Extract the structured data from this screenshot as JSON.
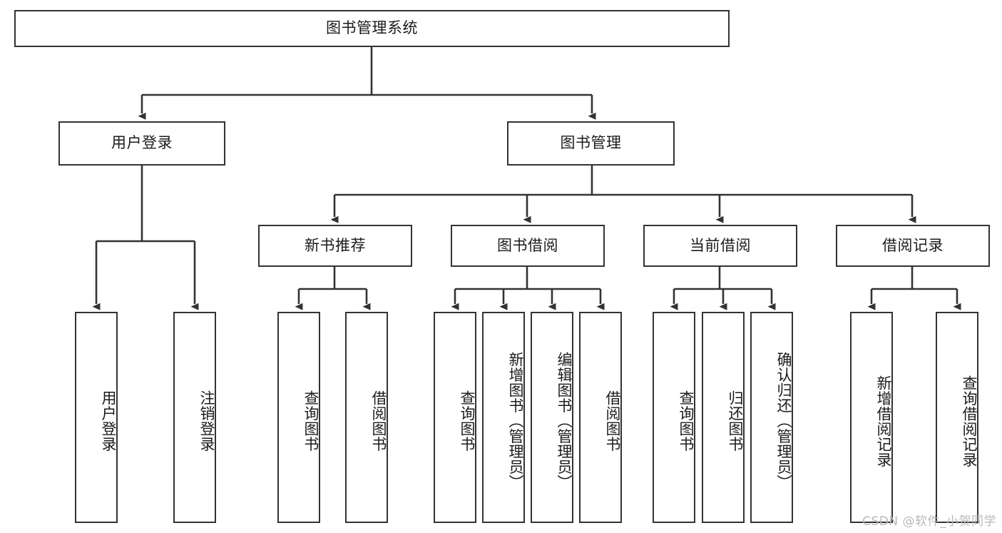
{
  "diagram": {
    "title_node": {
      "label": "图书管理系统"
    },
    "level2": [
      {
        "id": "user-login",
        "label": "用户登录"
      },
      {
        "id": "book-manage",
        "label": "图书管理"
      }
    ],
    "level3": [
      {
        "id": "new-book-recommend",
        "label": "新书推荐"
      },
      {
        "id": "book-borrow",
        "label": "图书借阅"
      },
      {
        "id": "current-borrow",
        "label": "当前借阅"
      },
      {
        "id": "borrow-record",
        "label": "借阅记录"
      }
    ],
    "leaves": {
      "user_login": [
        {
          "id": "leaf-user-login",
          "label": "用户登录"
        },
        {
          "id": "leaf-logout-login",
          "label": "注销登录"
        }
      ],
      "new_book_recommend": [
        {
          "id": "leaf-query-book-1",
          "label": "查询图书"
        },
        {
          "id": "leaf-borrow-book-1",
          "label": "借阅图书"
        }
      ],
      "book_borrow": [
        {
          "id": "leaf-query-book-2",
          "label": "查询图书"
        },
        {
          "id": "leaf-add-book",
          "label": "新增图书（管理员）"
        },
        {
          "id": "leaf-edit-book",
          "label": "编辑图书（管理员）"
        },
        {
          "id": "leaf-borrow-book-2",
          "label": "借阅图书"
        }
      ],
      "current_borrow": [
        {
          "id": "leaf-query-book-3",
          "label": "查询图书"
        },
        {
          "id": "leaf-return-book",
          "label": "归还图书"
        },
        {
          "id": "leaf-confirm-return",
          "label": "确认归还（管理员）"
        }
      ],
      "borrow_record": [
        {
          "id": "leaf-add-record",
          "label": "新增借阅记录"
        },
        {
          "id": "leaf-query-record",
          "label": "查询借阅记录"
        }
      ]
    },
    "watermark": "CSDN @软件_小贺同学",
    "colors": {
      "stroke": "#333333",
      "fill": "#ffffff",
      "text": "#1b1b1b",
      "watermark": "#b9b9b9"
    }
  }
}
